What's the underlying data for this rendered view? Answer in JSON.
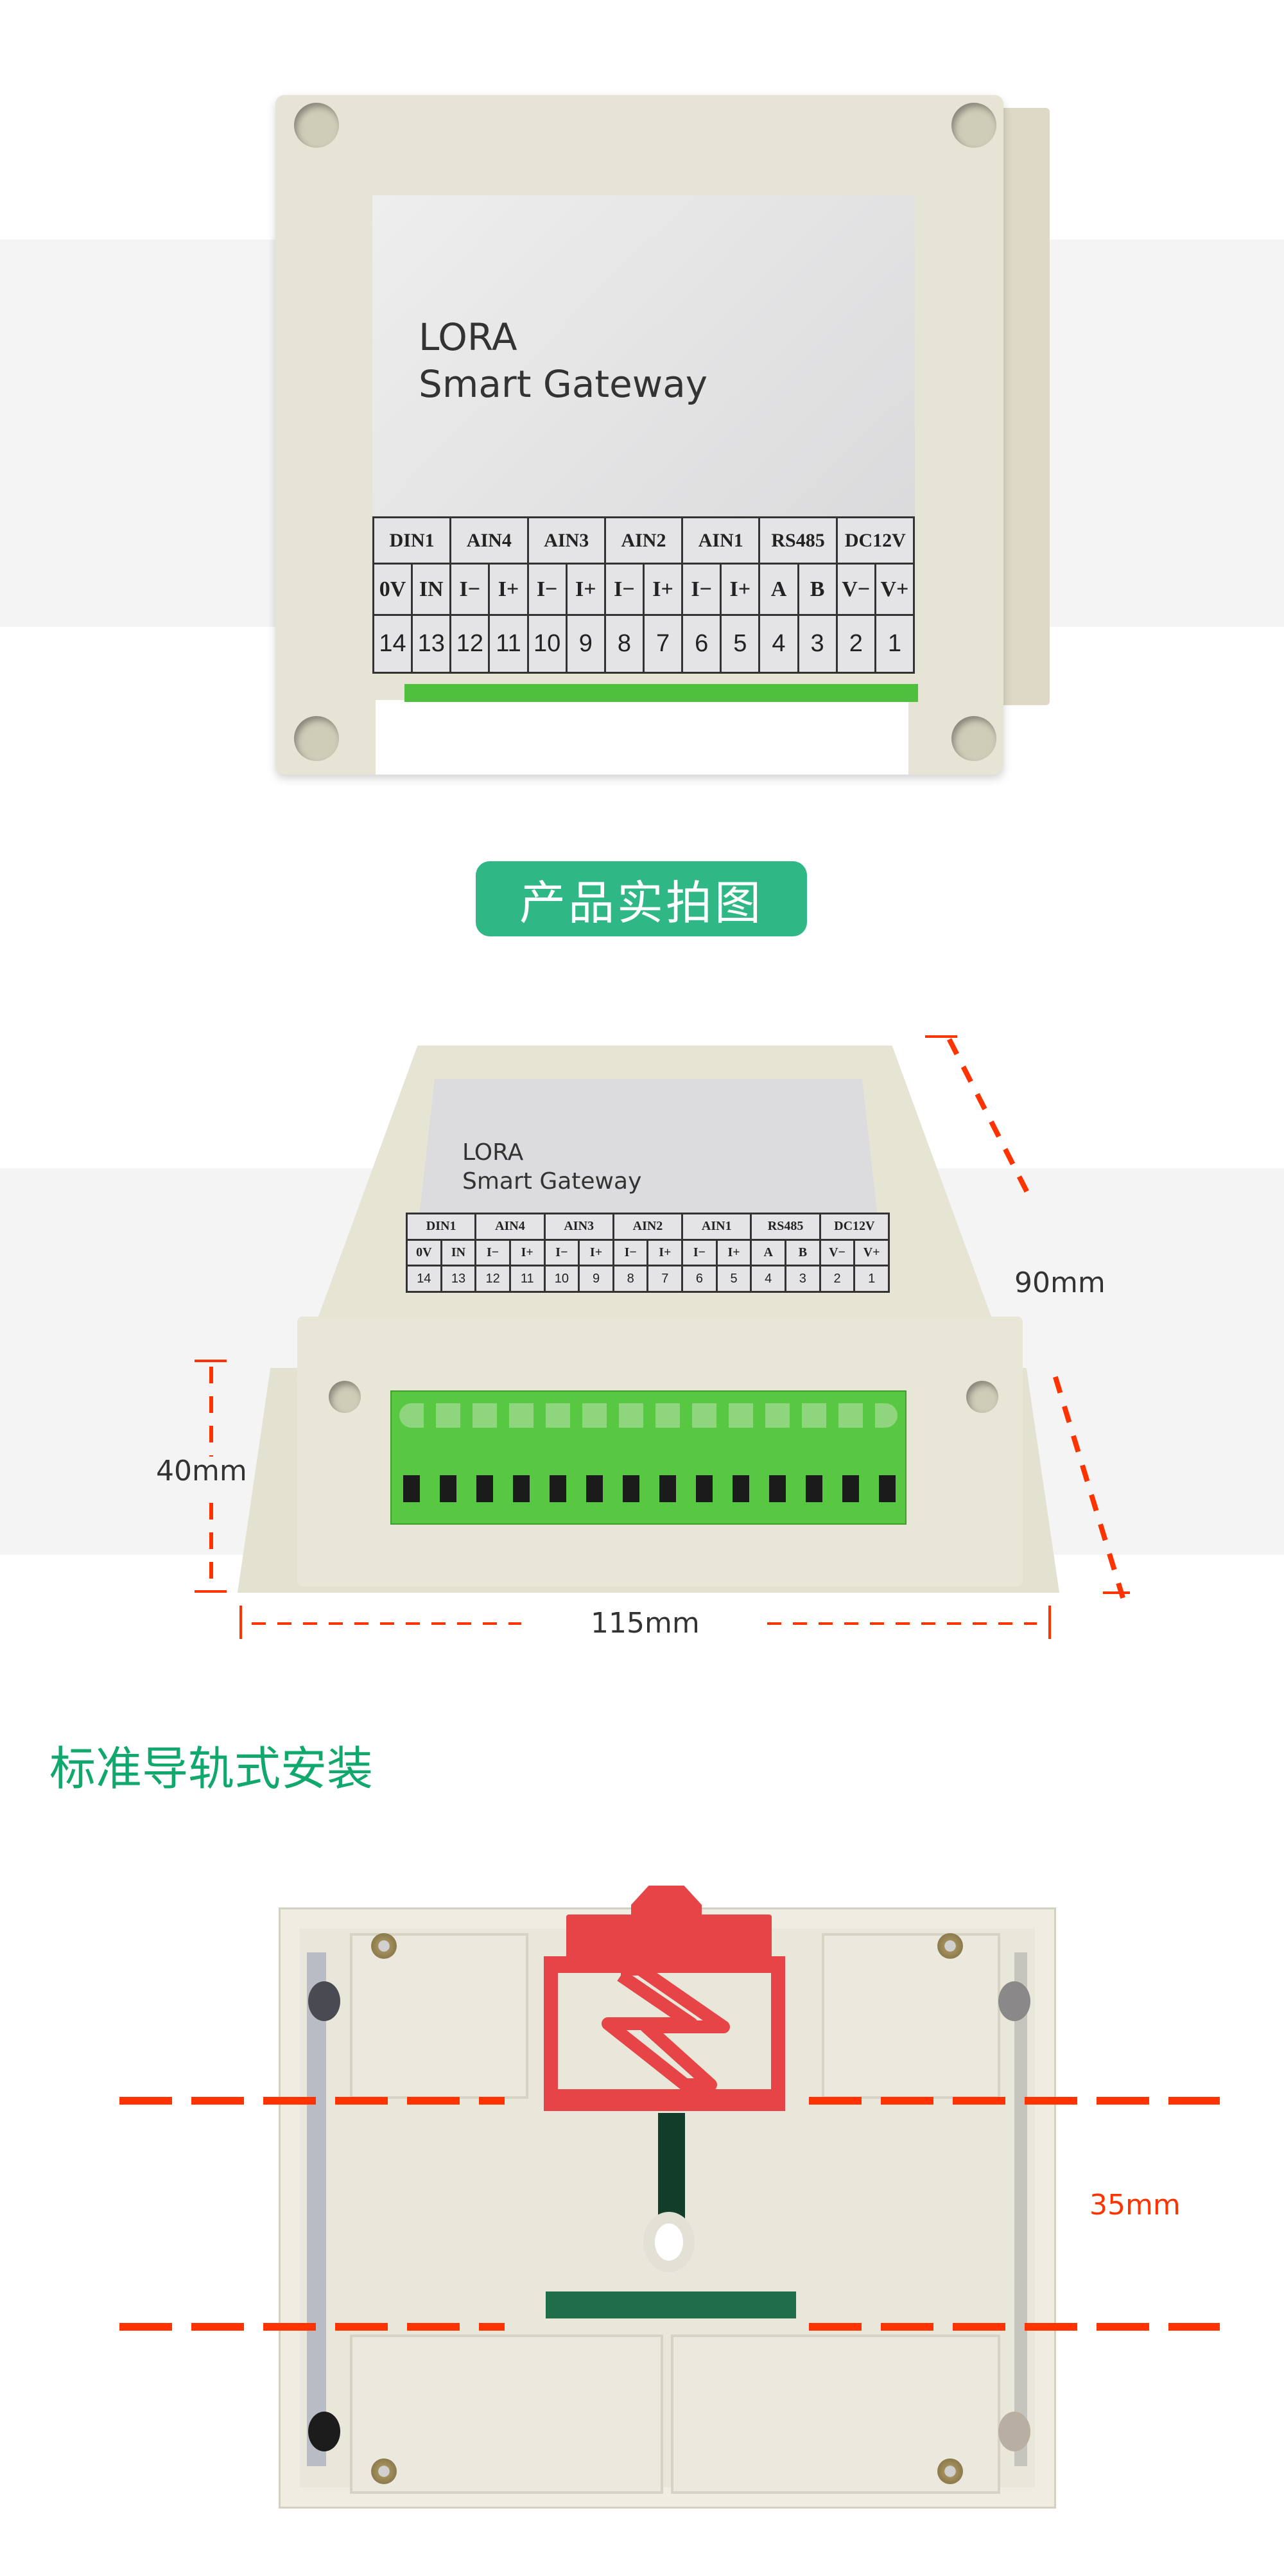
{
  "section1": {
    "device_label": {
      "line1": "LORA",
      "line2": "Smart Gateway"
    },
    "pin_table": {
      "groups": [
        "DIN1",
        "AIN4",
        "AIN3",
        "AIN2",
        "AIN1",
        "RS485",
        "DC12V"
      ],
      "pins": [
        "0V",
        "IN",
        "I−",
        "I+",
        "I−",
        "I+",
        "I−",
        "I+",
        "I−",
        "I+",
        "A",
        "B",
        "V−",
        "V+"
      ],
      "numbers": [
        "14",
        "13",
        "12",
        "11",
        "10",
        "9",
        "8",
        "7",
        "6",
        "5",
        "4",
        "3",
        "2",
        "1"
      ]
    },
    "button_label": "产品实拍图"
  },
  "section2": {
    "device_label": {
      "line1": "LORA",
      "line2": "Smart Gateway"
    },
    "dimensions": {
      "depth": "90mm",
      "height": "40mm",
      "width": "115mm"
    }
  },
  "section3": {
    "heading": "标准导轨式安装",
    "rail_width": "35mm"
  },
  "colors": {
    "accent_green": "#2fb886",
    "heading_green": "#10a86c",
    "dimension_red": "#ff3300",
    "band_gray": "#f4f4f4"
  }
}
